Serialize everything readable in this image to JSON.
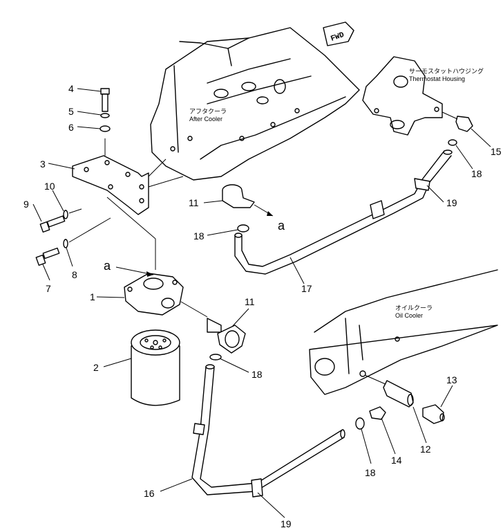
{
  "part_numbers": {
    "p1": "1",
    "p2": "2",
    "p3": "3",
    "p4": "4",
    "p5": "5",
    "p6": "6",
    "p7": "7",
    "p8": "8",
    "p9": "9",
    "p10": "10",
    "p11a": "11",
    "p11b": "11",
    "p12": "12",
    "p13": "13",
    "p14": "14",
    "p15": "15",
    "p16": "16",
    "p17": "17",
    "p18a": "18",
    "p18b": "18",
    "p18c": "18",
    "p18d": "18",
    "p19a": "19",
    "p19b": "19"
  },
  "callouts": {
    "a_pipe": "a",
    "a_head": "a"
  },
  "labels": {
    "fwd": "FWD",
    "aftercooler_jp": "アフタクーラ",
    "aftercooler_en": "After Cooler",
    "thermostat_jp": "サーモスタットハウジング",
    "thermostat_en": "Thermostat Housing",
    "oilcooler_jp": "オイルクーラ",
    "oilcooler_en": "Oil Cooler"
  }
}
